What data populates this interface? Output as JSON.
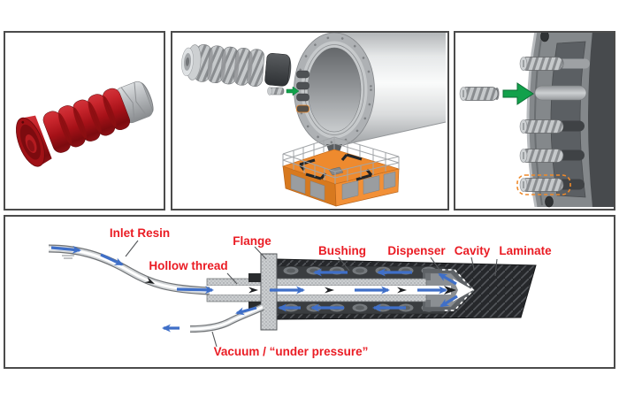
{
  "diagram": {
    "labels": {
      "inlet_resin": "Inlet Resin",
      "hollow_thread": "Hollow thread",
      "flange": "Flange",
      "bushing": "Bushing",
      "dispenser": "Dispenser",
      "cavity": "Cavity",
      "laminate": "Laminate",
      "vacuum": "Vacuum / “under pressure”"
    },
    "colors": {
      "label_red": "#ea1c24",
      "flow_arrow_blue": "#3f6fc8",
      "insert_arrow_green": "#12a14b",
      "platform_orange": "#ee8a2e",
      "bushing_red": "#a61118",
      "metal_gray": "#b5b8bb",
      "laminate_dark": "#26282b"
    }
  }
}
